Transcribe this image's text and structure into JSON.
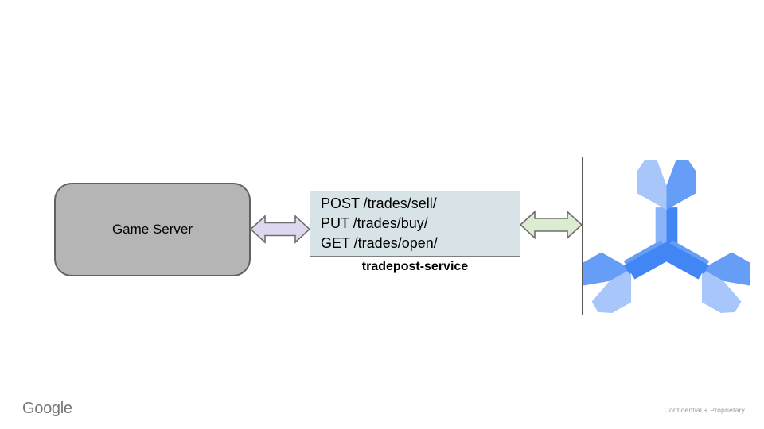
{
  "slide": {
    "background": "#ffffff"
  },
  "footer": {
    "brand": "Google",
    "note": "Confidential + Proprietary"
  },
  "diagram": {
    "game_server": {
      "label": "Game Server",
      "fill": "#b5b5b5",
      "border": "#616161"
    },
    "arrow_left": {
      "fill": "#ded7ef",
      "stroke": "#6e6e6e"
    },
    "service_box": {
      "lines": [
        "POST /trades/sell/",
        "PUT /trades/buy/",
        "GET /trades/open/"
      ],
      "fill": "#d7e3e6",
      "border": "#7f7f7f"
    },
    "service_label": "tradepost-service",
    "arrow_right": {
      "fill": "#dcecd3",
      "stroke": "#6e6e6e"
    },
    "logo_box": {
      "border": "#595959",
      "icon": "open-match-logo",
      "colors": {
        "arm_up": {
          "shaft_left": "#8bb3f9",
          "shaft_right": "#4285f4",
          "head_left": "#a9c6fb",
          "head_right": "#669df6"
        },
        "arm_down_left": {
          "shaft_left": "#669df6",
          "shaft_right": "#4285f4",
          "head_left": "#669df6",
          "head_right": "#a9c6fb"
        },
        "arm_down_right": {
          "shaft_left": "#4285f4",
          "shaft_right": "#669df6",
          "head_left": "#a9c6fb",
          "head_right": "#669df6"
        },
        "center": "#4285f4"
      }
    }
  }
}
